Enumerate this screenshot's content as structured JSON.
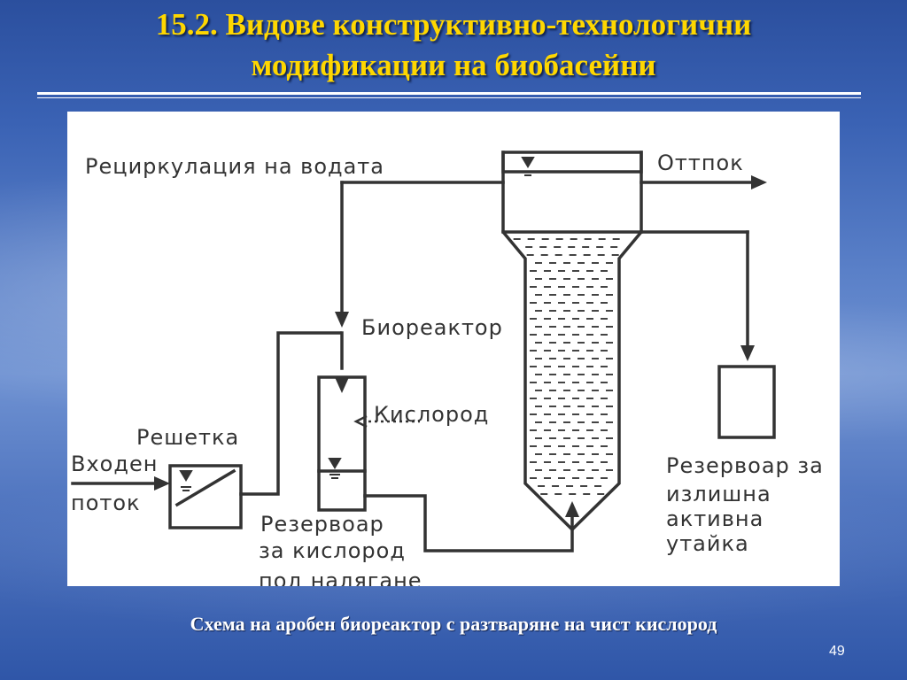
{
  "slide": {
    "title_line1": "15.2. Видове конструктивно-технологични",
    "title_line2": "модификации на биобасейни",
    "caption": "Схема на аробен биореактор с разтваряне на чист кислород",
    "page_number": "49"
  },
  "diagram": {
    "labels": {
      "recirculation": "Рециркулация на водата",
      "outflow": "Оттпок",
      "bioreactor": "Биореактор",
      "oxygen": "Кислород",
      "screen": "Решетка",
      "inflow_line1": "Входен",
      "inflow_line2": "поток",
      "tank_line1": "Резервоар",
      "tank_line2": "за кислород",
      "tank_line3": "под налягане",
      "sludge_line1": "Резервоар за",
      "sludge_line2": "излишна",
      "sludge_line3": "активна",
      "sludge_line4": "утайка"
    }
  }
}
